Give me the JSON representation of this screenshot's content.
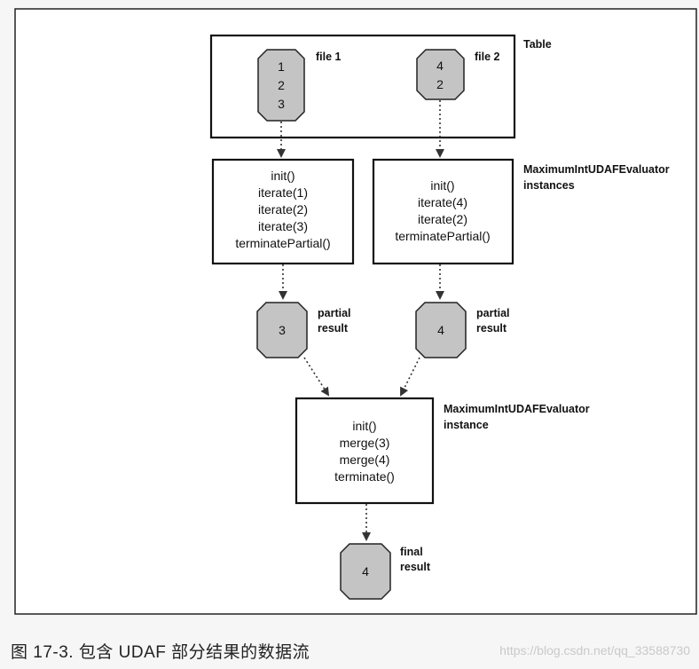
{
  "table": {
    "label": "Table",
    "files": [
      {
        "label": "file 1",
        "values": [
          "1",
          "2",
          "3"
        ]
      },
      {
        "label": "file 2",
        "values": [
          "4",
          "2"
        ]
      }
    ]
  },
  "evaluators": {
    "label_line1": "MaximumIntUDAFEvaluator",
    "label_line2": "instances",
    "left": [
      "init()",
      "iterate(1)",
      "iterate(2)",
      "iterate(3)",
      "terminatePartial()"
    ],
    "right": [
      "init()",
      "iterate(4)",
      "iterate(2)",
      "terminatePartial()"
    ]
  },
  "partials": [
    {
      "value": "3",
      "label_line1": "partial",
      "label_line2": "result"
    },
    {
      "value": "4",
      "label_line1": "partial",
      "label_line2": "result"
    }
  ],
  "merger": {
    "label_line1": "MaximumIntUDAFEvaluator",
    "label_line2": "instance",
    "lines": [
      "init()",
      "merge(3)",
      "merge(4)",
      "terminate()"
    ]
  },
  "final": {
    "value": "4",
    "label_line1": "final",
    "label_line2": "result"
  },
  "caption": "图 17-3. 包含 UDAF 部分结果的数据流",
  "watermark": "https://blog.csdn.net/qq_33588730"
}
